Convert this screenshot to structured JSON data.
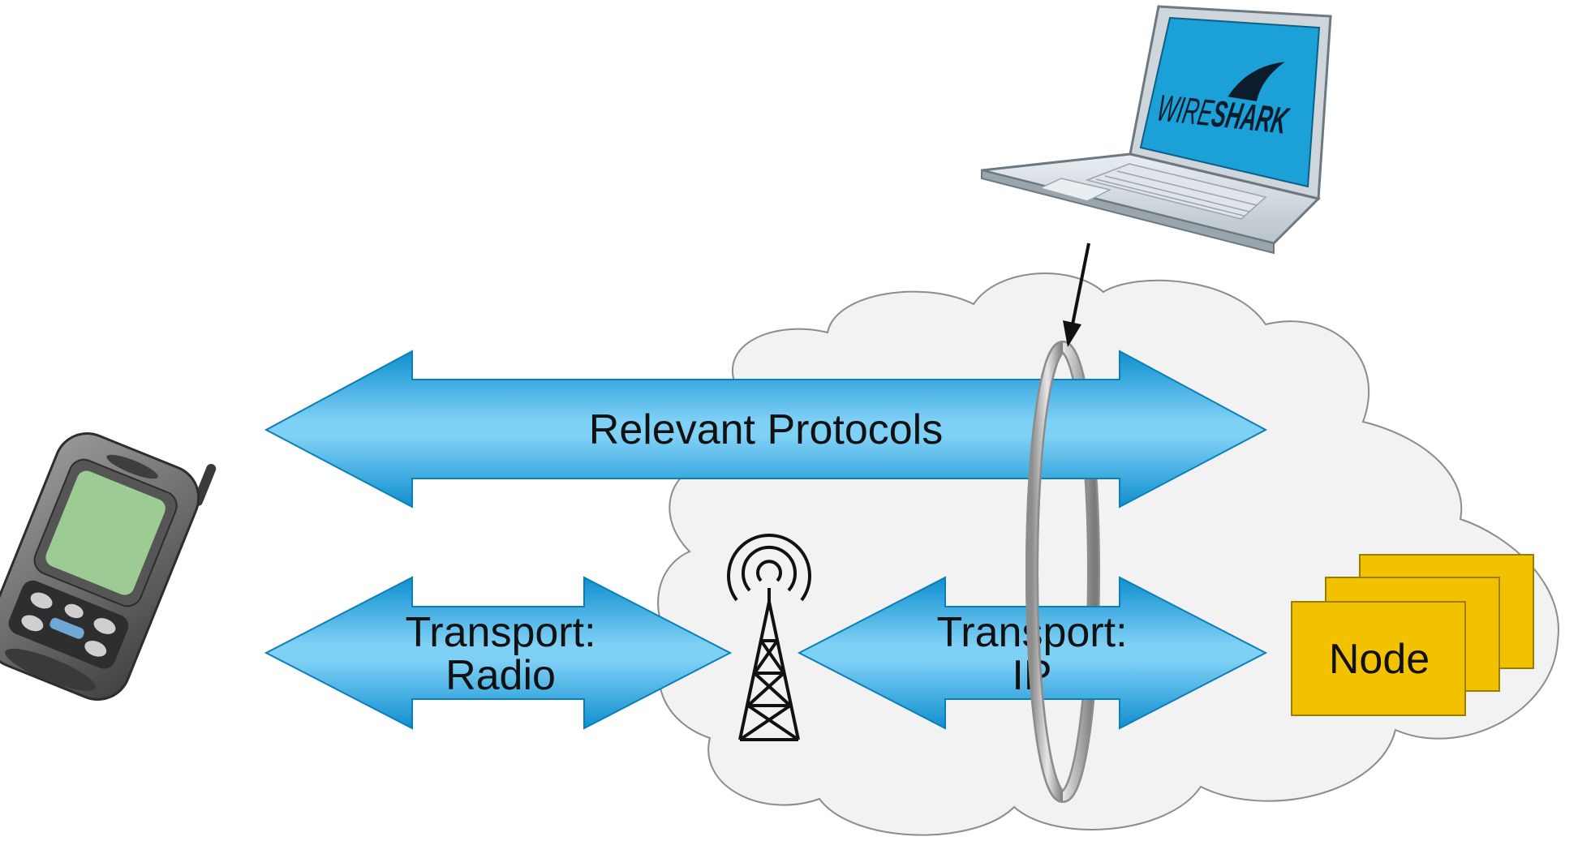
{
  "arrows": {
    "relevant_protocols": "Relevant Protocols",
    "transport_radio": [
      "Transport:",
      "Radio"
    ],
    "transport_ip": [
      "Transport:",
      "IP"
    ]
  },
  "node": {
    "label": "Node"
  },
  "laptop": {
    "screen_brand_prefix": "WIRE",
    "screen_brand_suffix": "SHARK"
  },
  "colors": {
    "arrow_fill": "#1aa3e0",
    "arrow_highlight": "#7fd0f5",
    "arrow_stroke": "#0c7fb8",
    "cloud_fill": "#f2f2f2",
    "cloud_stroke": "#8c8c8c",
    "node_fill": "#f2c200",
    "node_stroke": "#9a7d00",
    "laptop_screen": "#1ba0d8",
    "phone_screen": "#9ccc94"
  },
  "icons": {
    "phone": "mobile-phone-icon",
    "laptop": "laptop-icon",
    "tower": "radio-tower-icon",
    "tap": "capture-tap-ring-icon"
  }
}
